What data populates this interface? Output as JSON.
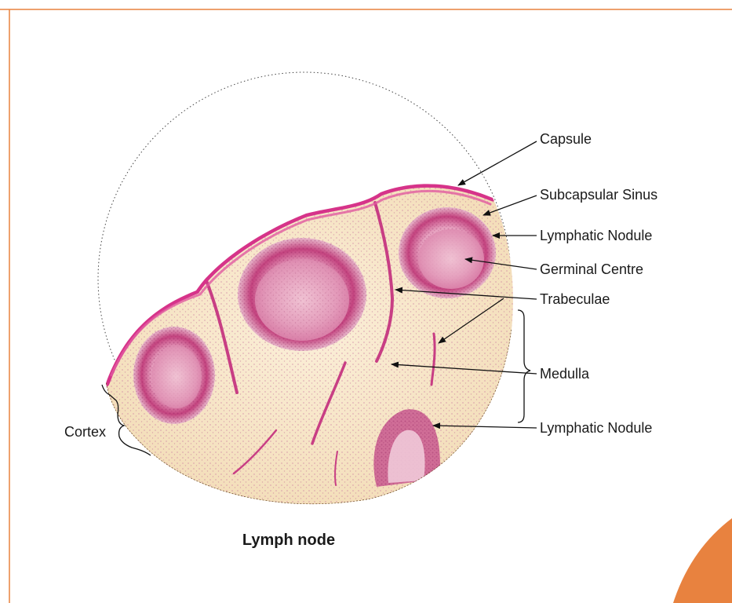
{
  "labels": {
    "capsule": "Capsule",
    "subcapsular_sinus": "Subcapsular Sinus",
    "lymphatic_nodule_top": "Lymphatic Nodule",
    "germinal_centre": "Germinal Centre",
    "trabeculae": "Trabeculae",
    "medulla": "Medulla",
    "lymphatic_nodule_bottom": "Lymphatic Nodule",
    "cortex": "Cortex"
  },
  "caption": "Lymph node",
  "colors": {
    "frame_orange": "#E8823F",
    "tissue_bg": "#F7E6C8",
    "capsule_pink": "#D6338A",
    "nodule_pink": "#C44A8C"
  }
}
